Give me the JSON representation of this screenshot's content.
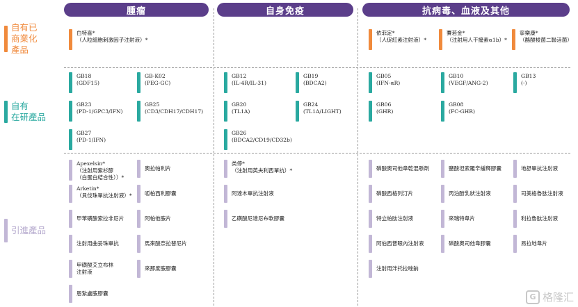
{
  "headers": [
    "腫瘤",
    "自身免疫",
    "抗病毒、血液及其他"
  ],
  "categories": [
    {
      "label": "自有已\n商業化\n產品",
      "color": "#f08a3c"
    },
    {
      "label": "自有\n在研產品",
      "color": "#2aa9a0"
    },
    {
      "label": "引進產品",
      "color": "#b3a7cc"
    }
  ],
  "commercial": {
    "oncology": [
      "白特喜*\n（人粒細胞刺激因子注射液）*"
    ],
    "autoimmune": [],
    "other": [
      "依菲定*\n（人促紅素注射液）*",
      "賽若金*\n（注射用人干擾素α1b）*",
      "寧樂康*\n（酪酸梭菌二聯活菌）"
    ]
  },
  "pipeline": {
    "oncology": [
      "GB18\n(GDF15)",
      "GB-K02\n(PEG-GC)",
      "GB23\n(PD-1/GPC3/IFN)",
      "GB25\n(CD3/CDH17/CDH17)",
      "GB27\n(PD-1/IFN)"
    ],
    "autoimmune": [
      "GB12\n(IL-4R/IL-31)",
      "GB19\n(BDCA2)",
      "GB20\n(TL1A)",
      "GB24\n(TL1A/LIGHT)",
      "GB26\n(BDCA2/CD19/CD32b)"
    ],
    "other": [
      "GB05\n(IFN-αR)",
      "GB10\n(VEGF/ANG-2)",
      "GB13\n(-)",
      "GB06\n(GHR)",
      "GB08\n(FC-GHR)"
    ]
  },
  "licensed": {
    "oncology_col1": [
      "Apexelsin*\n（注射用紫杉醇\n（白蛋白結合性））*",
      "Arketin*\n（貝伐珠單抗注射液）*",
      "甲苯磺酸索拉非尼片",
      "注射用曲妥珠單抗",
      "甲磺酸艾立布林\n注射液",
      "恩紮盧胺膠囊"
    ],
    "oncology_col2": [
      "奧拉帕利片",
      "呱柏西利膠囊",
      "阿帕他胺片",
      "馬來酸奈拉替尼片",
      "來那度胺膠囊"
    ],
    "autoimmune": [
      "类停*\n（注射用英夫利西單抗）*",
      "阿達木單抗注射液",
      "乙磺酸尼達尼布軟膠囊"
    ],
    "other_col1": [
      "磷酸奧司他韋乾混懸劑",
      "磷酸西格列汀片",
      "特立帕肽注射液",
      "阿伯西普眼內注射液",
      "注射用泮托拉唑鈉"
    ],
    "other_col2": [
      "鹽酸坦索羅辛緩釋膠囊",
      "丙泊酚乳狀注射液",
      "來瑞特韋片",
      "磷酸奧司他韋膠囊"
    ],
    "other_col3": [
      "地舒單抗注射液",
      "司美格魯肽注射液",
      "利拉魯肽注射液",
      "昂拉地韋片"
    ]
  },
  "watermark": "格隆汇"
}
